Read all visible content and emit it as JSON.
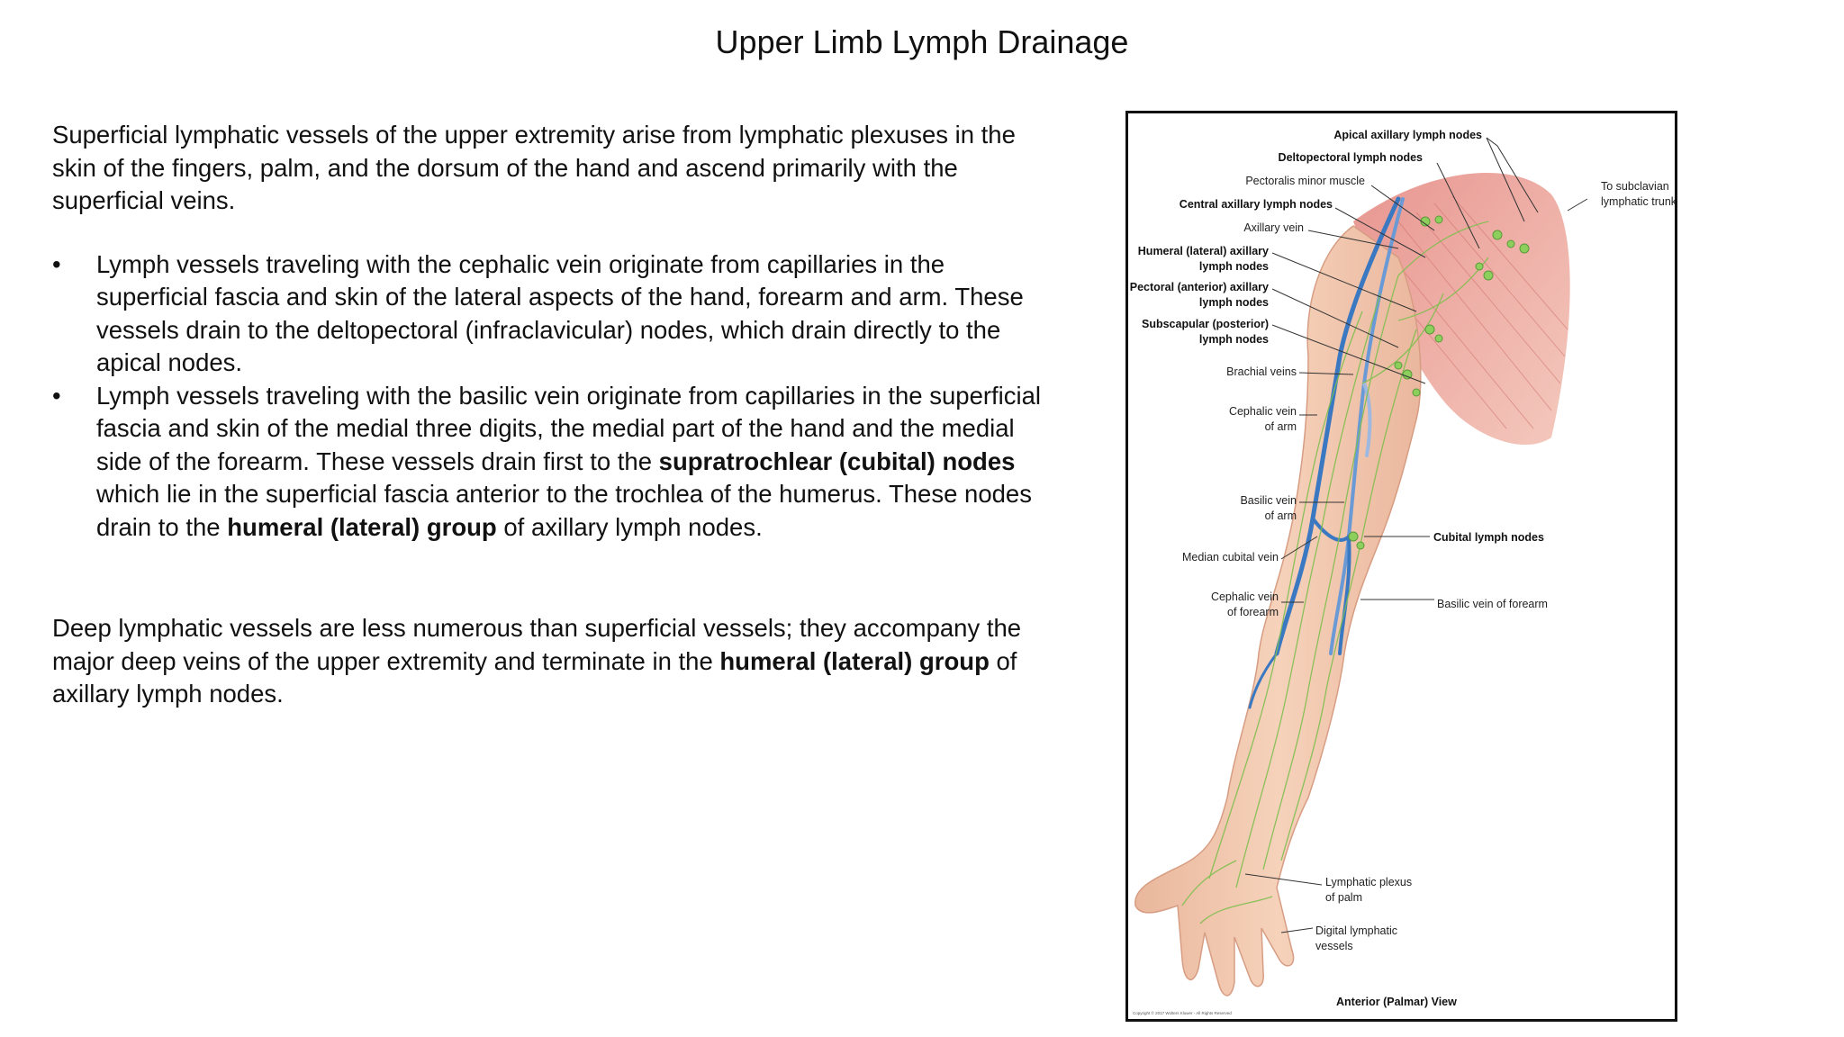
{
  "title": "Upper Limb Lymph Drainage",
  "intro": "Superficial lymphatic vessels of the upper extremity arise from lymphatic plexuses in the skin of the fingers, palm, and the dorsum of the hand and ascend primarily with the superficial veins.",
  "bullet_marker": "•",
  "bullet1": "Lymph vessels traveling with the cephalic vein originate from capillaries in the superficial fascia and skin of the lateral aspects of the hand, forearm and arm.  These vessels drain to the deltopectoral (infraclavicular) nodes, which drain directly to the apical nodes.",
  "bullet2": {
    "t1": "Lymph vessels traveling with the basilic vein originate from capillaries in the superficial fascia and skin of the medial three digits, the medial part of the hand and the medial side of the forearm. These vessels drain first to the ",
    "b1": "supratrochlear (cubital) nodes",
    "t2": " which lie in the superficial fascia anterior to the trochlea of the humerus. These nodes drain to the ",
    "b2": "humeral (lateral) group",
    "t3": " of axillary lymph nodes."
  },
  "deep": {
    "t1": "Deep lymphatic vessels are less numerous than superficial vessels; they accompany the major deep veins of the upper extremity and terminate in the ",
    "b1": "humeral (lateral) group",
    "t2": " of axillary lymph nodes."
  },
  "figure": {
    "labels": {
      "apical": "Apical axillary lymph nodes",
      "deltopectoral": "Deltopectoral lymph nodes",
      "pec_minor": "Pectoralis minor muscle",
      "central": "Central axillary lymph nodes",
      "axillary_vein": "Axillary vein",
      "humeral_1": "Humeral (lateral) axillary",
      "humeral_2": "lymph nodes",
      "pectoral_1": "Pectoral (anterior) axillary",
      "pectoral_2": "lymph nodes",
      "subscap_1": "Subscapular (posterior)",
      "subscap_2": "lymph nodes",
      "brachial": "Brachial veins",
      "ceph_arm_1": "Cephalic vein",
      "ceph_arm_2": "of arm",
      "basilic_arm_1": "Basilic vein",
      "basilic_arm_2": "of arm",
      "median_cubital": "Median cubital vein",
      "ceph_fore_1": "Cephalic vein",
      "ceph_fore_2": "of forearm",
      "subclavian_1": "To subclavian",
      "subclavian_2": "lymphatic trunk",
      "cubital": "Cubital lymph nodes",
      "basilic_fore": "Basilic vein of forearm",
      "plexus_1": "Lymphatic plexus",
      "plexus_2": "of palm",
      "digital_1": "Digital lymphatic",
      "digital_2": "vessels",
      "view": "Anterior (Palmar) View",
      "copyright": "Copyright © 2017 Wolters Kluwer - All Rights Reserved"
    }
  }
}
